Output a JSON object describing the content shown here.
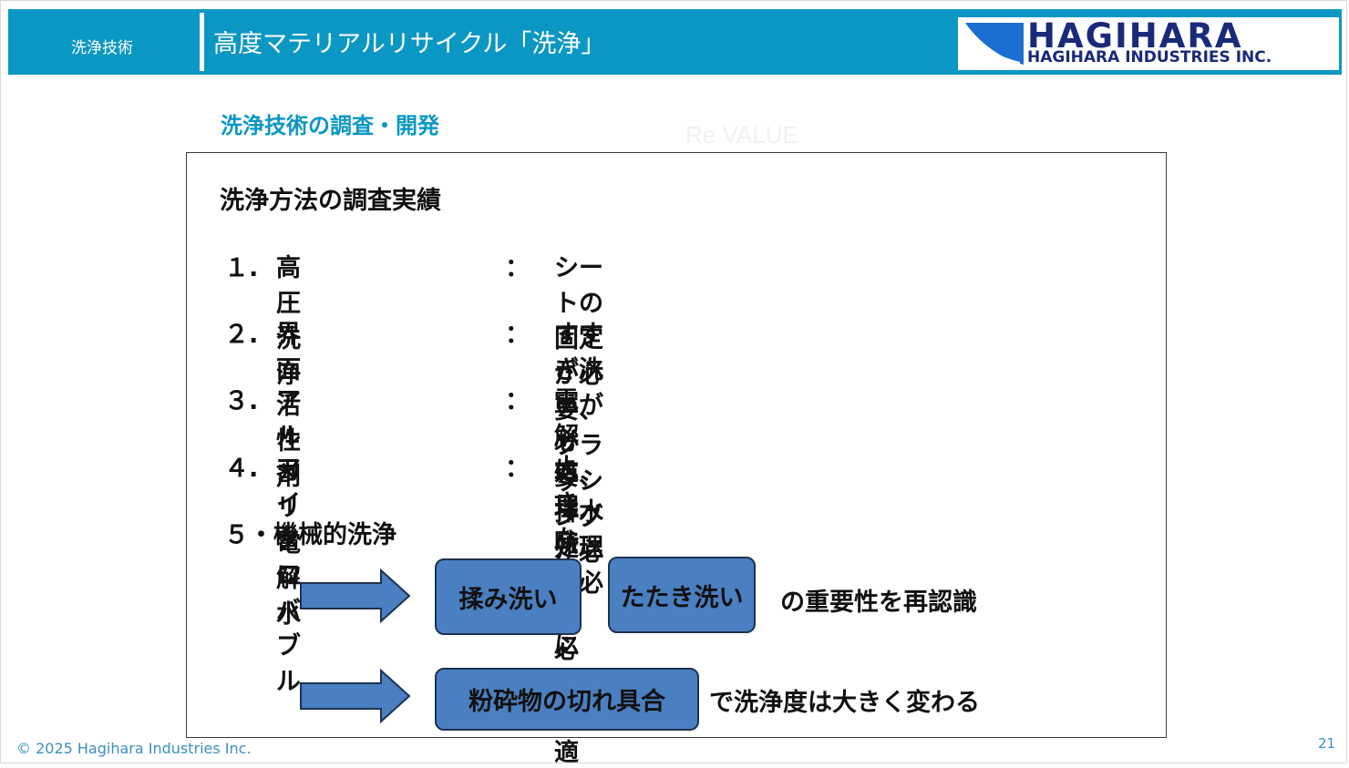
{
  "header": {
    "section_label": "洗浄技術",
    "title": "高度マテリアルリサイクル「洗浄」",
    "logo": {
      "main_text": "HAGIHARA",
      "sub_text": "HAGIHARA INDUSTRIES INC."
    }
  },
  "subtitle": "洗浄技術の調査・開発",
  "watermark": "Re VALUE",
  "content": {
    "heading": "洗浄方法の調査実績",
    "items": [
      {
        "num": "１.",
        "name": "高圧洗浄",
        "colon": "：",
        "note": "シートの固定が必要、ブラッシングが必要"
      },
      {
        "num": "２.",
        "name": "界面活性剤",
        "colon": "：",
        "note": "すすぎ洗いが必要、排水処理が必要"
      },
      {
        "num": "３.",
        "name": "アルカリ電解水",
        "colon": "：",
        "note": "電解処理時間が必要"
      },
      {
        "num": "４.",
        "name": "マイクロバブル",
        "colon": "：",
        "note": "大きな異物には不適"
      }
    ],
    "item5": "５・機械的洗浄",
    "row1": {
      "box1": "揉み洗い",
      "box2": "たたき洗い",
      "text": "の重要性を再認識"
    },
    "row2": {
      "box": "粉砕物の切れ具合",
      "text": "で洗浄度は大きく変わる"
    }
  },
  "footer": {
    "copyright": "© 2025 Hagihara Industries Inc.",
    "page_number": "21"
  },
  "colors": {
    "header_bg": "#0b97c3",
    "accent": "#0b97c3",
    "box_fill": "#4a7fc1",
    "logo_text": "#1a2a7a"
  },
  "icons": {
    "logo_mark": "hagihara-logo-icon",
    "arrow": "arrow-right-icon"
  }
}
